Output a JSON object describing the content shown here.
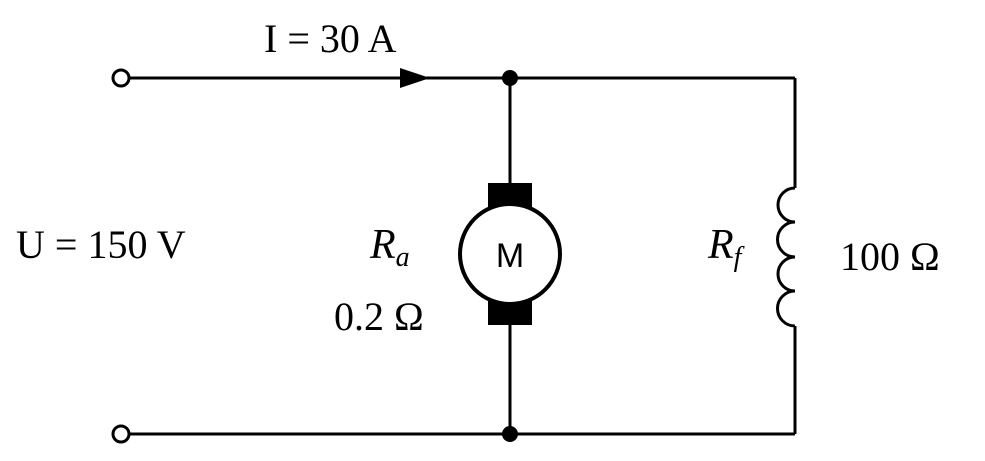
{
  "diagram": {
    "current_label": "I = 30 A",
    "voltage_label": "U = 150 V",
    "armature": {
      "resistor_symbol": "R",
      "resistor_subscript": "a",
      "resistance_value": "0.2 Ω",
      "motor_letter": "M"
    },
    "field": {
      "resistor_symbol": "R",
      "resistor_subscript": "f",
      "resistance_value": "100 Ω"
    }
  }
}
